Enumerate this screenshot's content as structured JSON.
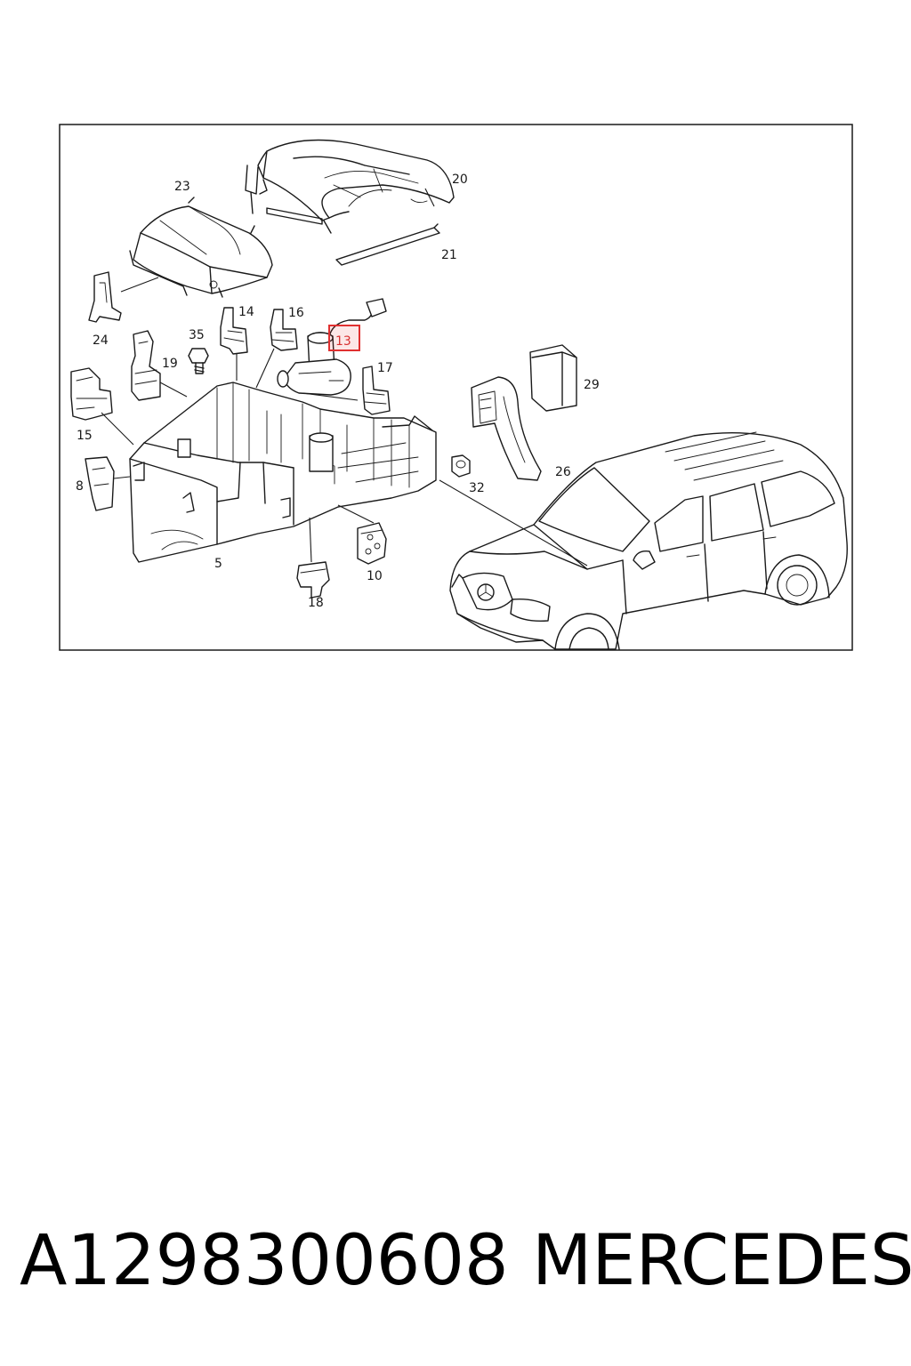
{
  "diagram": {
    "callouts": [
      {
        "id": "5",
        "label": "5"
      },
      {
        "id": "8",
        "label": "8"
      },
      {
        "id": "10",
        "label": "10"
      },
      {
        "id": "13",
        "label": "13",
        "highlighted": true
      },
      {
        "id": "14",
        "label": "14"
      },
      {
        "id": "15",
        "label": "15"
      },
      {
        "id": "16",
        "label": "16"
      },
      {
        "id": "17",
        "label": "17"
      },
      {
        "id": "18",
        "label": "18"
      },
      {
        "id": "19",
        "label": "19"
      },
      {
        "id": "20",
        "label": "20"
      },
      {
        "id": "21",
        "label": "21"
      },
      {
        "id": "23",
        "label": "23"
      },
      {
        "id": "24",
        "label": "24"
      },
      {
        "id": "26",
        "label": "26"
      },
      {
        "id": "29",
        "label": "29"
      },
      {
        "id": "32",
        "label": "32"
      },
      {
        "id": "35",
        "label": "35"
      }
    ],
    "highlight_color": "#e03030",
    "line_color": "#1a1a1a"
  },
  "footer": {
    "part_number": "A1298300608",
    "brand": "MERCEDES"
  }
}
